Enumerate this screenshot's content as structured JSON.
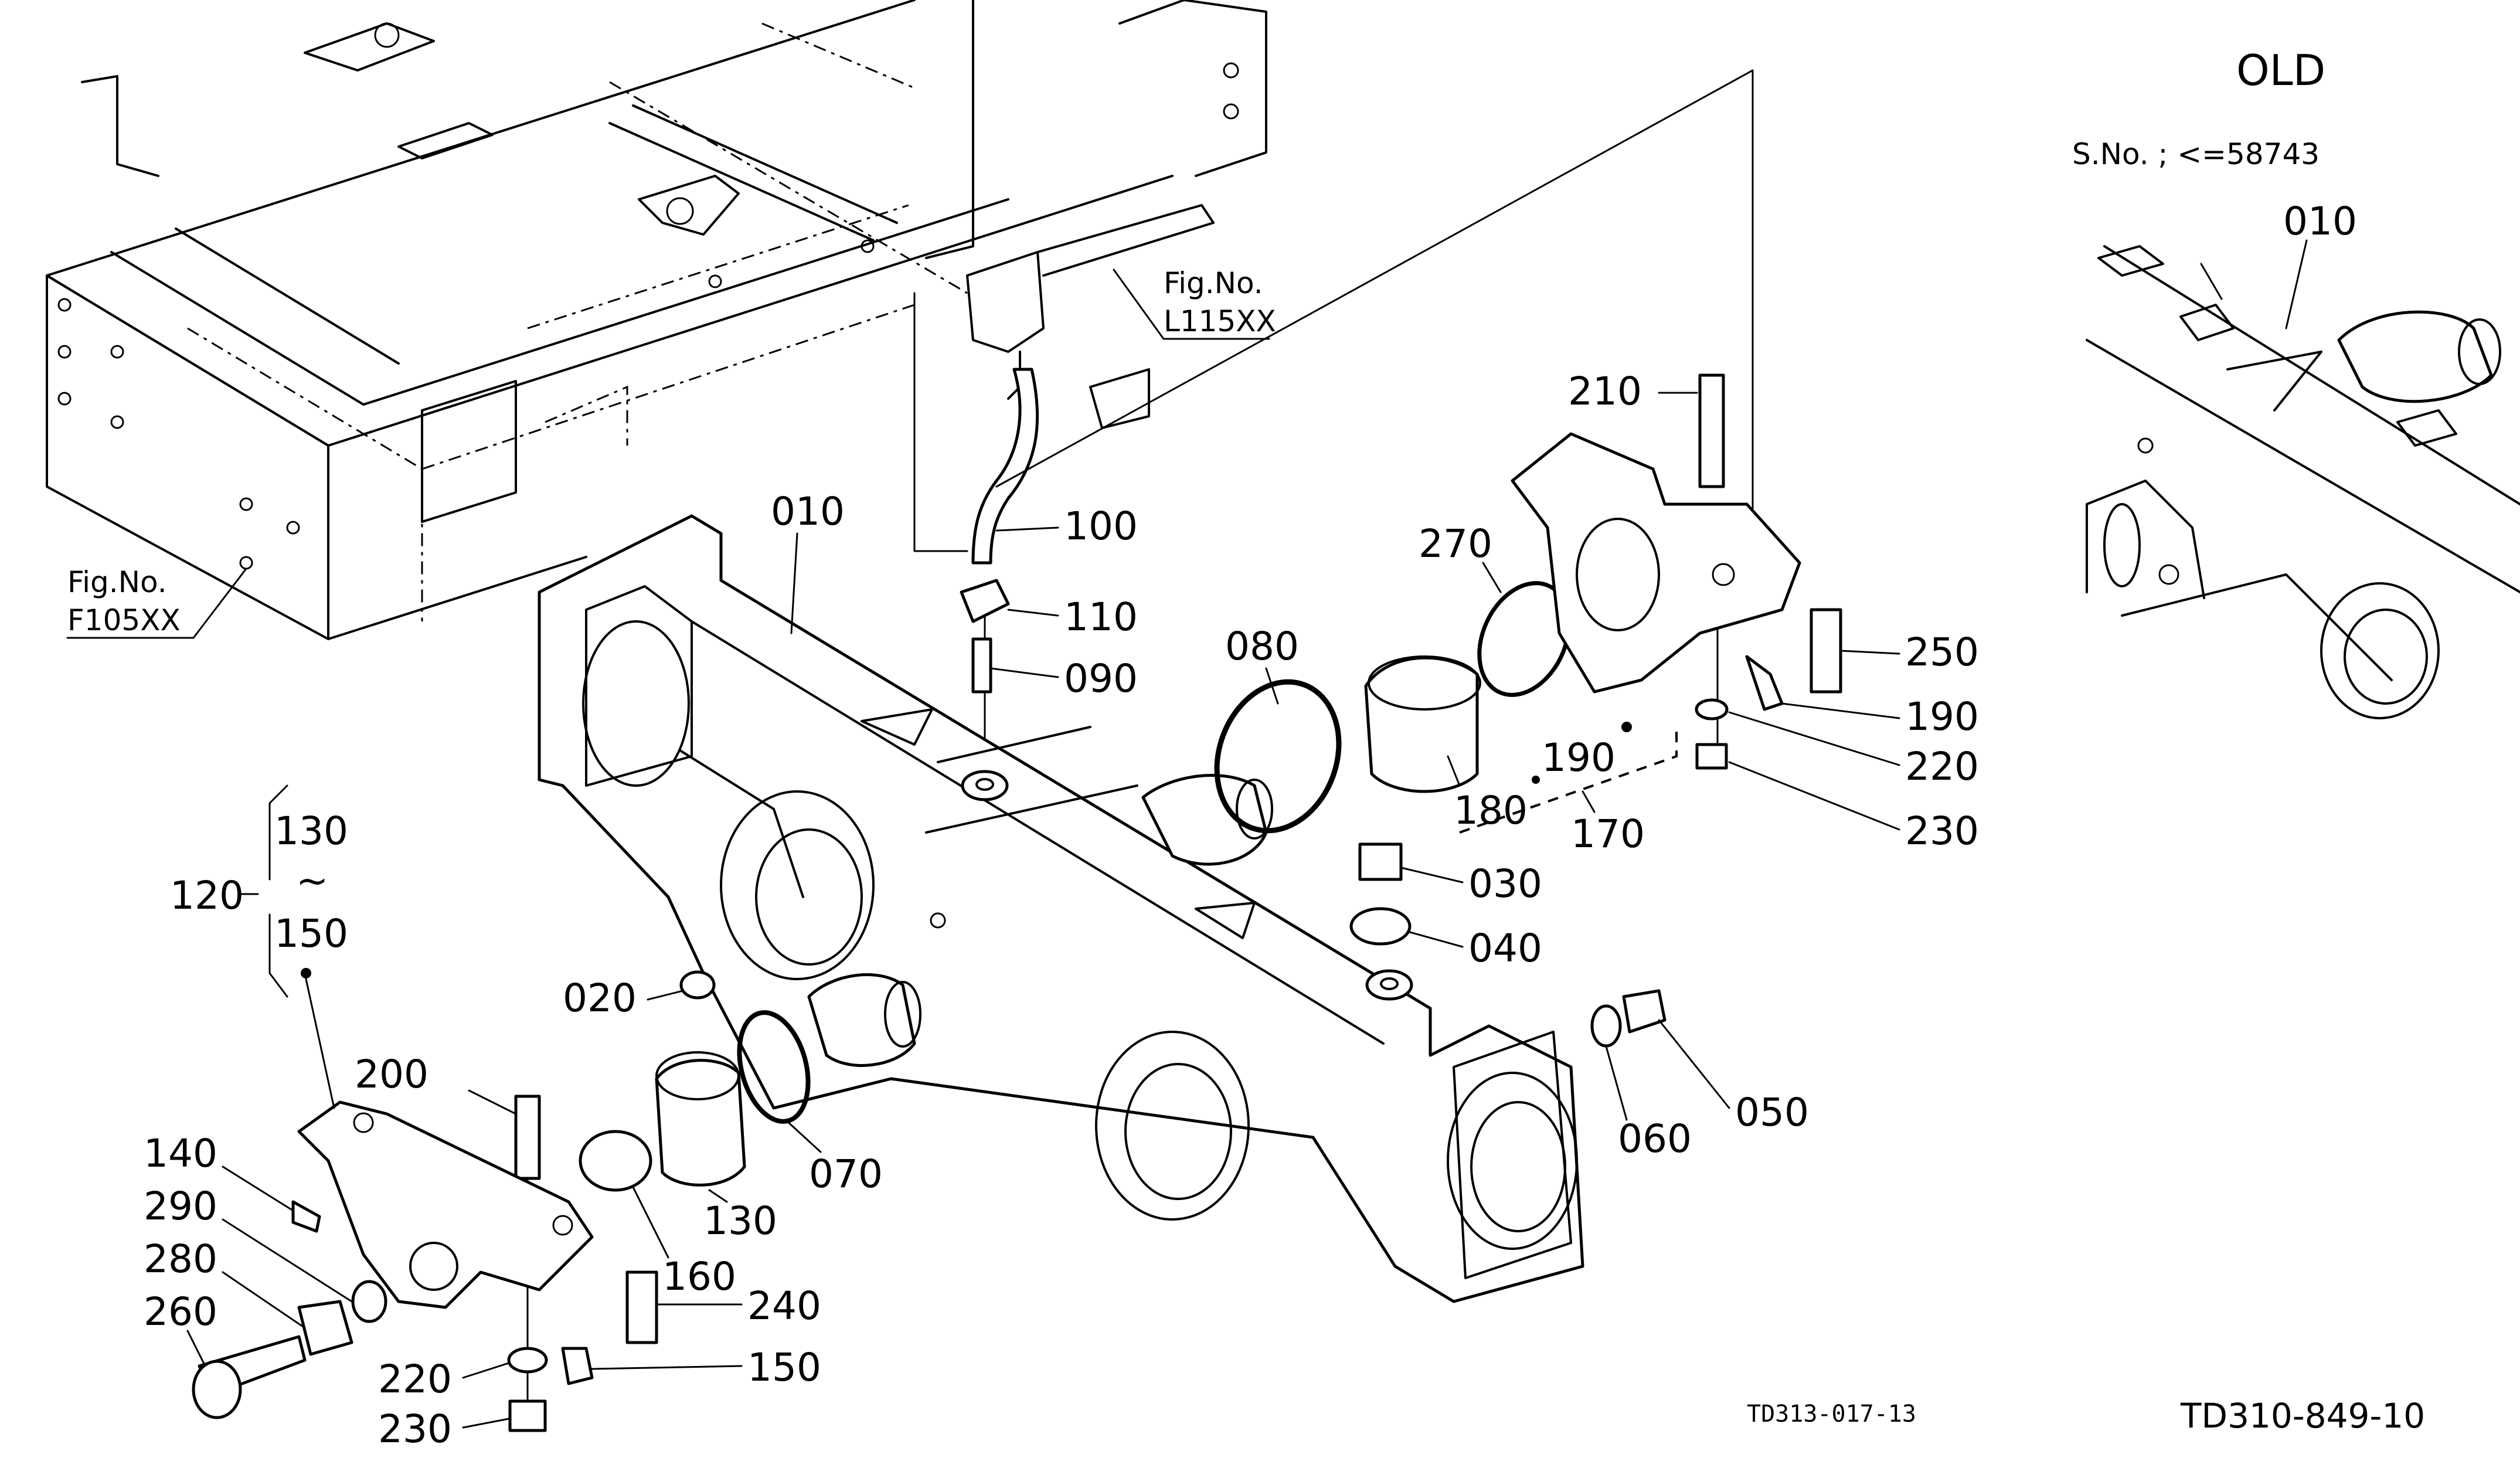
{
  "header": {
    "old_title": "OLD",
    "serial_note": "S.No. ; <=58743"
  },
  "fig_refs": {
    "frame": [
      "Fig.No.",
      "F105XX"
    ],
    "pipe": [
      "Fig.No.",
      "L115XX"
    ]
  },
  "callouts": {
    "p010_main": "010",
    "p010_inset": "010",
    "p020": "020",
    "p030": "030",
    "p040": "040",
    "p050": "050",
    "p060": "060",
    "p070": "070",
    "p080": "080",
    "p090": "090",
    "p100": "100",
    "p110": "110",
    "p120": "120",
    "p130_group": "130",
    "tilde": "~",
    "p150_group": "150",
    "p130": "130",
    "p140": "140",
    "p150": "150",
    "p160": "160",
    "p170": "170",
    "p180": "180",
    "p190_a": "190",
    "p190_b": "190",
    "p200": "200",
    "p210": "210",
    "p220_a": "220",
    "p220_b": "220",
    "p230_a": "230",
    "p230_b": "230",
    "p240": "240",
    "p250": "250",
    "p260": "260",
    "p270": "270",
    "p280": "280",
    "p290": "290"
  },
  "footer": {
    "drawing_code_small": "TD313-017-13",
    "drawing_code_large": "TD310-849-10"
  }
}
